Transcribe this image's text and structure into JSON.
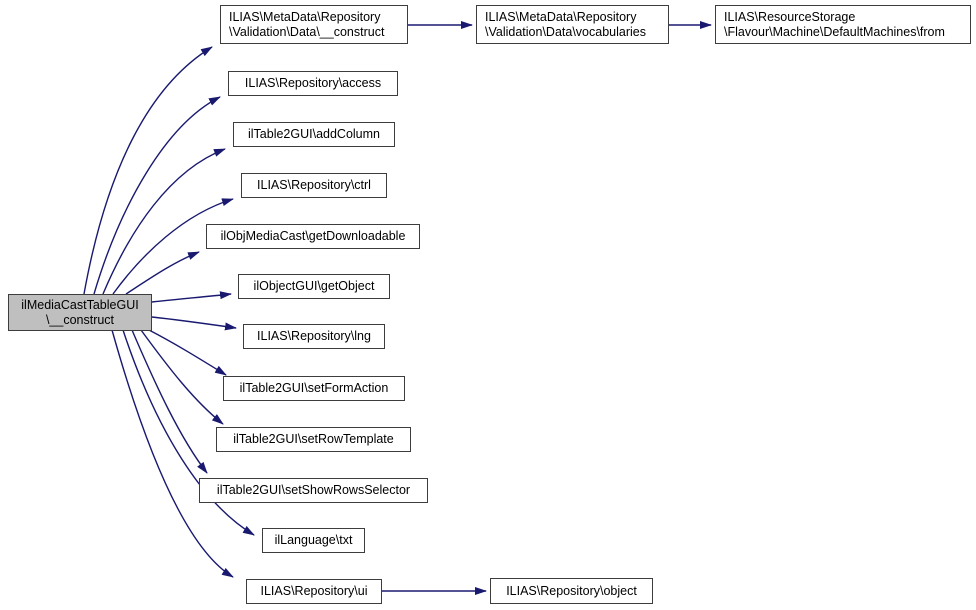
{
  "diagram": {
    "type": "call-graph",
    "colors": {
      "edge": "#191970",
      "node_border": "#3d3d3d",
      "node_fill": "#ffffff",
      "highlight_fill": "#bfbfbf",
      "text": "#000000",
      "background": "#ffffff"
    },
    "nodes": [
      {
        "id": "main",
        "label": "ilMediaCastTableGUI\n\\__construct",
        "highlighted": true
      },
      {
        "id": "metadata-construct",
        "label": "ILIAS\\MetaData\\Repository\n\\Validation\\Data\\__construct",
        "highlighted": false
      },
      {
        "id": "repository-access",
        "label": "ILIAS\\Repository\\access",
        "highlighted": false
      },
      {
        "id": "table2gui-addcolumn",
        "label": "ilTable2GUI\\addColumn",
        "highlighted": false
      },
      {
        "id": "repository-ctrl",
        "label": "ILIAS\\Repository\\ctrl",
        "highlighted": false
      },
      {
        "id": "objmediacast-getdownloadable",
        "label": "ilObjMediaCast\\getDownloadable",
        "highlighted": false
      },
      {
        "id": "objectgui-getobject",
        "label": "ilObjectGUI\\getObject",
        "highlighted": false
      },
      {
        "id": "repository-lng",
        "label": "ILIAS\\Repository\\lng",
        "highlighted": false
      },
      {
        "id": "table2gui-setformaction",
        "label": "ilTable2GUI\\setFormAction",
        "highlighted": false
      },
      {
        "id": "table2gui-setrowtemplate",
        "label": "ilTable2GUI\\setRowTemplate",
        "highlighted": false
      },
      {
        "id": "table2gui-setshowrowsselector",
        "label": "ilTable2GUI\\setShowRowsSelector",
        "highlighted": false
      },
      {
        "id": "illanguage-txt",
        "label": "ilLanguage\\txt",
        "highlighted": false
      },
      {
        "id": "repository-ui",
        "label": "ILIAS\\Repository\\ui",
        "highlighted": false
      },
      {
        "id": "metadata-vocabularies",
        "label": "ILIAS\\MetaData\\Repository\n\\Validation\\Data\\vocabularies",
        "highlighted": false
      },
      {
        "id": "defaultmachines-from",
        "label": "ILIAS\\ResourceStorage\n\\Flavour\\Machine\\DefaultMachines\\from",
        "highlighted": false
      },
      {
        "id": "repository-object",
        "label": "ILIAS\\Repository\\object",
        "highlighted": false
      }
    ],
    "edges": [
      {
        "from": "main",
        "to": "metadata-construct"
      },
      {
        "from": "main",
        "to": "repository-access"
      },
      {
        "from": "main",
        "to": "table2gui-addcolumn"
      },
      {
        "from": "main",
        "to": "repository-ctrl"
      },
      {
        "from": "main",
        "to": "objmediacast-getdownloadable"
      },
      {
        "from": "main",
        "to": "objectgui-getobject"
      },
      {
        "from": "main",
        "to": "repository-lng"
      },
      {
        "from": "main",
        "to": "table2gui-setformaction"
      },
      {
        "from": "main",
        "to": "table2gui-setrowtemplate"
      },
      {
        "from": "main",
        "to": "table2gui-setshowrowsselector"
      },
      {
        "from": "main",
        "to": "illanguage-txt"
      },
      {
        "from": "main",
        "to": "repository-ui"
      },
      {
        "from": "metadata-construct",
        "to": "metadata-vocabularies"
      },
      {
        "from": "metadata-vocabularies",
        "to": "defaultmachines-from"
      },
      {
        "from": "repository-ui",
        "to": "repository-object"
      }
    ]
  }
}
